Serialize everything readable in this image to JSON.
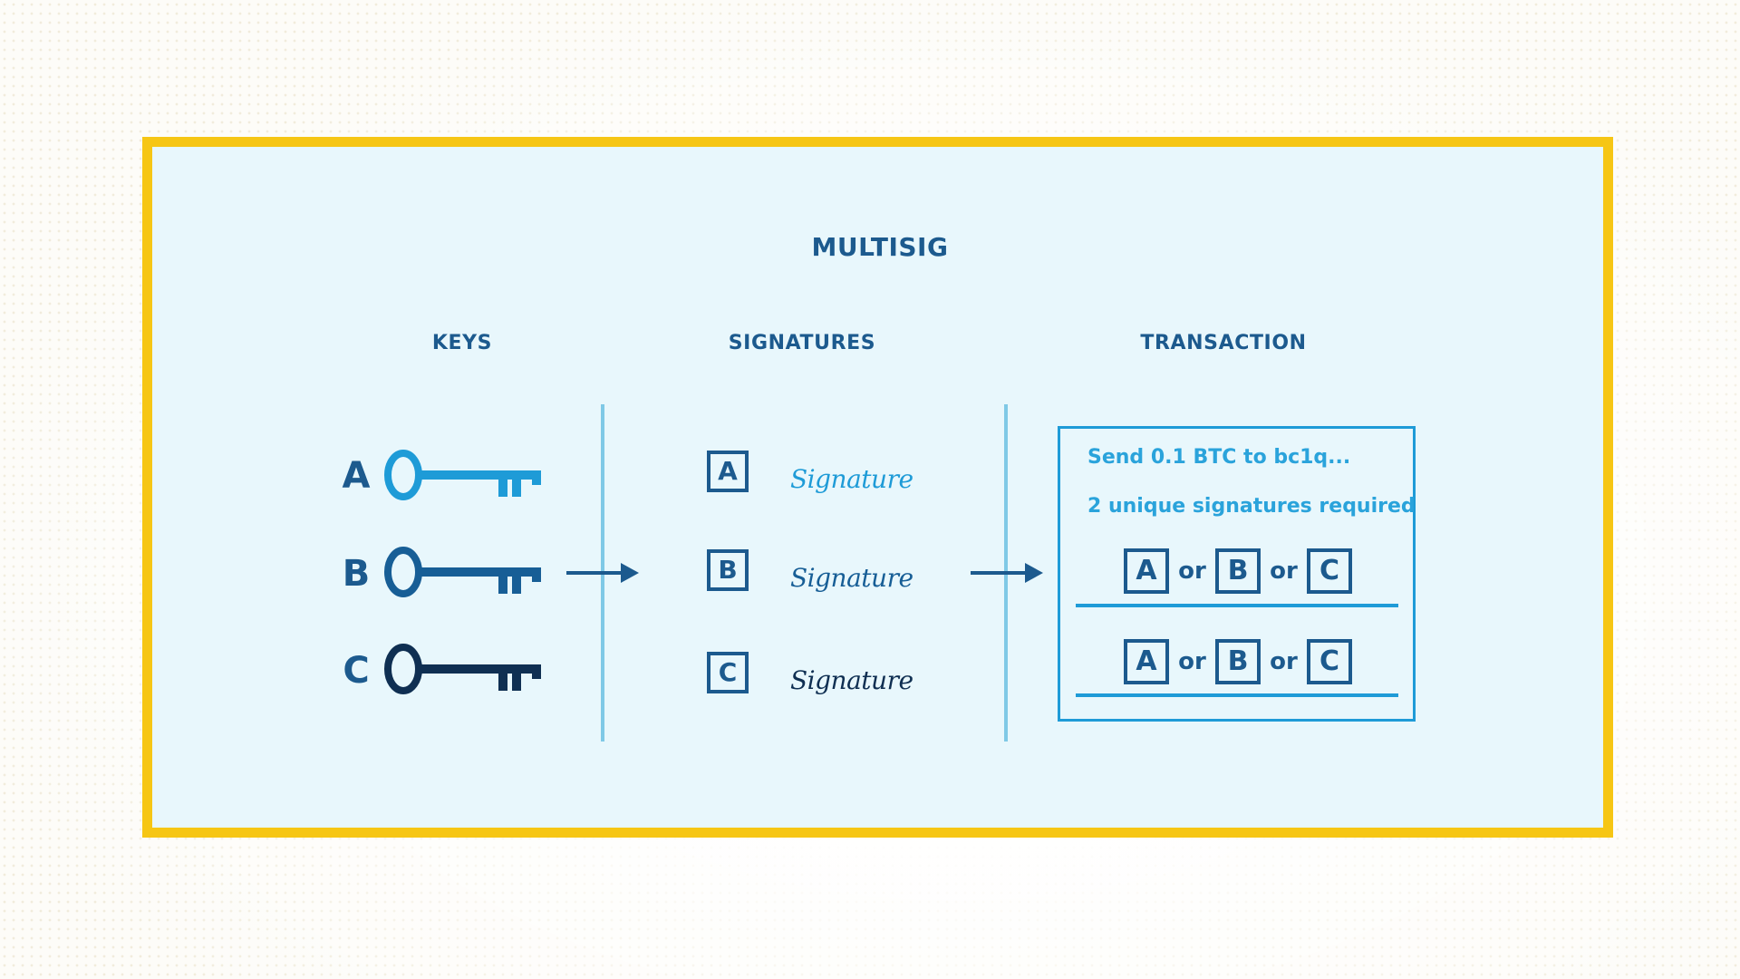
{
  "title": "MULTISIG",
  "columns": {
    "keys": "KEYS",
    "signatures": "SIGNATURES",
    "transaction": "TRANSACTION"
  },
  "keys": [
    {
      "letter": "A",
      "color": "#1e9bd7"
    },
    {
      "letter": "B",
      "color": "#175e96"
    },
    {
      "letter": "C",
      "color": "#0f2f52"
    }
  ],
  "signatures": [
    {
      "letter": "A",
      "text": "Signature",
      "color": "#1e9bd7"
    },
    {
      "letter": "B",
      "text": "Signature",
      "color": "#175e96"
    },
    {
      "letter": "C",
      "text": "Signature",
      "color": "#0f2f52"
    }
  ],
  "transaction": {
    "line1": "Send 0.1 BTC to bc1q...",
    "line2": "2 unique signatures required",
    "rows": [
      {
        "options": [
          "A",
          "B",
          "C"
        ],
        "separator": "or"
      },
      {
        "options": [
          "A",
          "B",
          "C"
        ],
        "separator": "or"
      }
    ]
  },
  "colors": {
    "frame": "#f6c614",
    "panel": "#e8f7fc",
    "heading": "#1c5a8e",
    "divider": "#7fc9e6",
    "tx_accent": "#1e9bd7"
  }
}
